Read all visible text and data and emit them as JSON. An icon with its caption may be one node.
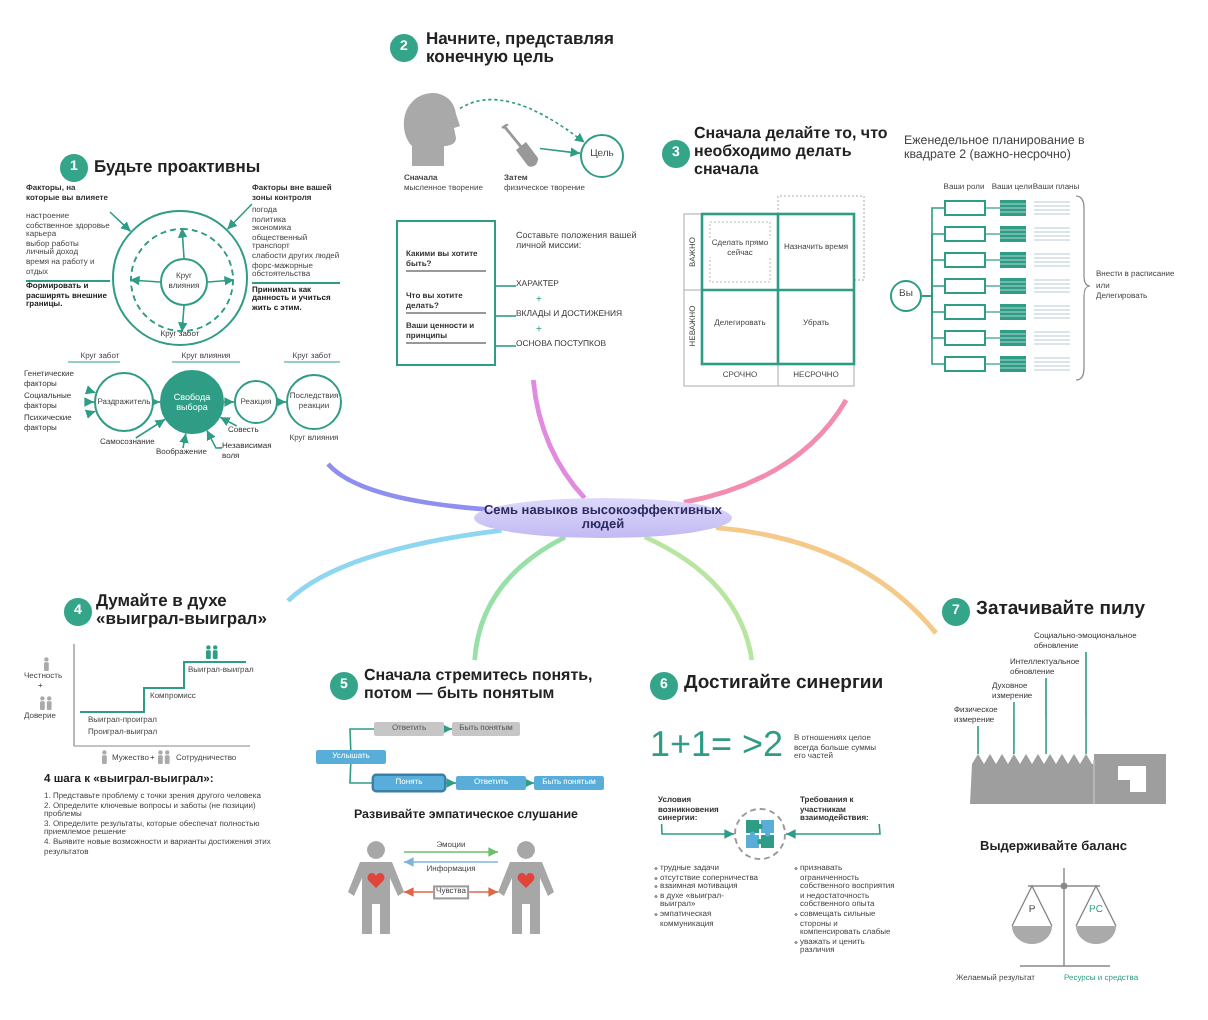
{
  "diagram": {
    "nodes": [
      {
        "text": [
          "Семь навыков высокоэффективных людей"
        ]
      },
      {
        "text": [
          "1",
          "Будьте проактивны"
        ]
      },
      {
        "text": [
          "Факторы, на которые вы влияете"
        ],
        "in": 1
      },
      {
        "text": [
          "Факторы вне вашей зоны контроля"
        ],
        "in": 1
      },
      {
        "text": [
          "Круг забот"
        ],
        "in": 1
      },
      {
        "text": [],
        "shape": "circle",
        "in": 4
      },
      {
        "text": [
          "Круг влияния"
        ],
        "in": 5
      },
      {
        "text": [
          "Генетические факторы"
        ],
        "in": 1
      },
      {
        "text": [
          "Социальные факторы"
        ],
        "in": 1
      },
      {
        "text": [
          "Психические факторы"
        ],
        "in": 1
      },
      {
        "text": [
          "Раздражитель"
        ],
        "in": 1
      },
      {
        "text": [
          "Свобода выбора"
        ],
        "in": 1
      },
      {
        "text": [
          "Реакция"
        ],
        "in": 1
      },
      {
        "text": [
          "Последствия реакции"
        ],
        "in": 1
      },
      {
        "text": [
          "Самосознание"
        ],
        "in": 1
      },
      {
        "text": [
          "Воображение"
        ],
        "in": 1
      },
      {
        "text": [
          "Совесть"
        ],
        "in": 1
      },
      {
        "text": [
          "Независимая воля"
        ],
        "in": 1
      },
      {
        "text": [
          "2",
          "Начните, представляя конечную цель"
        ]
      },
      {
        "text": [],
        "shape": "picture",
        "beside": [
          "Сначала",
          "мысленное творение"
        ],
        "in": 18
      },
      {
        "text": [],
        "shape": "picture",
        "beside": [
          "Затем",
          "физическое творение"
        ],
        "in": 18
      },
      {
        "text": [
          "Цель"
        ],
        "in": 18
      },
      {
        "text": [
          "Какими вы хотите быть?",
          "Что вы хотите делать?",
          "Ваши ценности и принципы"
        ],
        "in": 18
      },
      {
        "text": [
          "ХАРАКТЕР"
        ],
        "in": 18
      },
      {
        "text": [
          "ВКЛАДЫ И ДОСТИЖЕНИЯ"
        ],
        "in": 18
      },
      {
        "text": [
          "ОСНОВА ПОСТУПКОВ"
        ],
        "in": 18
      },
      {
        "text": [
          "3",
          "Сначала делайте то, что необходимо делать сначала"
        ]
      },
      {
        "text": [
          "Вы"
        ],
        "in": 26
      },
      {
        "text": [],
        "shape": "box",
        "in": 26
      },
      {
        "text": [],
        "shape": "box",
        "in": 26
      },
      {
        "text": [],
        "shape": "box",
        "in": 26
      },
      {
        "text": [],
        "shape": "box",
        "in": 26
      },
      {
        "text": [],
        "shape": "box",
        "in": 26
      },
      {
        "text": [],
        "shape": "box",
        "in": 26
      },
      {
        "text": [],
        "shape": "box",
        "in": 26
      },
      {
        "text": [
          "4",
          "Думайте в духе «выиграл-выиграл»"
        ]
      },
      {
        "text": [
          "5",
          "Сначала стремитесь понять, потом — быть понятым"
        ]
      },
      {
        "text": [
          "Ответить"
        ],
        "in": 36
      },
      {
        "text": [
          "Быть понятым"
        ],
        "in": 36
      },
      {
        "text": [
          "Услышать"
        ],
        "in": 36
      },
      {
        "text": [
          "Понять"
        ],
        "in": 36
      },
      {
        "text": [
          "Ответить"
        ],
        "in": 36
      },
      {
        "text": [
          "Быть понятым"
        ],
        "in": 36
      },
      {
        "text": [],
        "shape": "person",
        "in": 36
      },
      {
        "text": [],
        "shape": "person",
        "in": 36
      },
      {
        "text": [
          "6",
          "Достигайте синергии"
        ]
      },
      {
        "text": [],
        "shape": "picture",
        "in": 45
      },
      {
        "text": [
          "Условия возникновения синергии:"
        ],
        "in": 45
      },
      {
        "text": [
          "Требования к участникам взаимодействия:"
        ],
        "in": 45
      },
      {
        "text": [
          "7",
          "Затачивайте пилу"
        ]
      },
      {
        "text": [
          "Физическое измерение"
        ],
        "in": 49
      },
      {
        "text": [
          "Духовное измерение"
        ],
        "in": 49
      },
      {
        "text": [
          "Интеллектуальное обновление"
        ],
        "in": 49
      },
      {
        "text": [
          "Социально-эмоциональное обновление"
        ],
        "in": 49
      },
      {
        "text": [],
        "shape": "picture",
        "in": 49
      }
    ],
    "edges": [
      {
        "from": 0,
        "to": 1,
        "arrow": "none",
        "style": "thick",
        "color": "#8f8ff0"
      },
      {
        "from": 0,
        "to": 18,
        "arrow": "none",
        "style": "thick",
        "color": "#e08be0"
      },
      {
        "from": 0,
        "to": 26,
        "arrow": "none",
        "style": "thick",
        "color": "#f28db0"
      },
      {
        "from": 0,
        "to": 35,
        "arrow": "none",
        "style": "thick",
        "color": "#8fd6f0"
      },
      {
        "from": 0,
        "to": 36,
        "arrow": "none",
        "style": "thick",
        "color": "#98e0a8"
      },
      {
        "from": 0,
        "to": 45,
        "arrow": "none",
        "style": "thick",
        "color": "#b8e6a0"
      },
      {
        "from": 0,
        "to": 49,
        "arrow": "none",
        "style": "thick",
        "color": "#f5c98a"
      },
      {
        "from": 2,
        "to": 4,
        "arrow": "to"
      },
      {
        "from": 3,
        "to": 4,
        "arrow": "to"
      },
      {
        "from": 6,
        "to": 5,
        "arrow": "to"
      },
      {
        "from": 6,
        "to": 5,
        "arrow": "to"
      },
      {
        "from": 6,
        "to": 5,
        "arrow": "to"
      },
      {
        "from": 6,
        "to": 5,
        "arrow": "to"
      },
      {
        "from": 7,
        "to": 10,
        "arrow": "to"
      },
      {
        "from": 8,
        "to": 10,
        "arrow": "to"
      },
      {
        "from": 9,
        "to": 10,
        "arrow": "to"
      },
      {
        "from": 10,
        "to": 11,
        "arrow": "to"
      },
      {
        "from": 11,
        "to": 12,
        "arrow": "to"
      },
      {
        "from": 12,
        "to": 13,
        "arrow": "to"
      },
      {
        "from": 14,
        "to": 11,
        "arrow": "to"
      },
      {
        "from": 15,
        "to": 11,
        "arrow": "to"
      },
      {
        "from": 16,
        "to": 11,
        "arrow": "to"
      },
      {
        "from": 17,
        "to": 11,
        "arrow": "to"
      },
      {
        "from": 19,
        "to": 21,
        "arrow": "to",
        "style": "dashed"
      },
      {
        "from": 20,
        "to": 21,
        "arrow": "to"
      },
      {
        "from": 22,
        "to": 23,
        "arrow": "none"
      },
      {
        "from": 22,
        "to": 24,
        "arrow": "none"
      },
      {
        "from": 22,
        "to": 25,
        "arrow": "none"
      },
      {
        "from": 27,
        "to": 28,
        "arrow": "none"
      },
      {
        "from": 27,
        "to": 29,
        "arrow": "none"
      },
      {
        "from": 27,
        "to": 30,
        "arrow": "none"
      },
      {
        "from": 27,
        "to": 31,
        "arrow": "none"
      },
      {
        "from": 27,
        "to": 32,
        "arrow": "none"
      },
      {
        "from": 27,
        "to": 33,
        "arrow": "none"
      },
      {
        "from": 27,
        "to": 34,
        "arrow": "none"
      },
      {
        "from": 39,
        "to": 37,
        "arrow": "none"
      },
      {
        "from": 37,
        "to": 38,
        "arrow": "to"
      },
      {
        "from": 39,
        "to": 40,
        "arrow": "none"
      },
      {
        "from": 40,
        "to": 41,
        "arrow": "to"
      },
      {
        "from": 41,
        "to": 42,
        "arrow": "to"
      },
      {
        "from": 43,
        "to": 44,
        "arrow": "to",
        "label": "Эмоции",
        "color": "#6cbf6c"
      },
      {
        "from": 44,
        "to": 43,
        "arrow": "to",
        "label": "Информация",
        "color": "#7fb6d8"
      },
      {
        "from": 43,
        "to": 44,
        "arrow": "both",
        "label": "Чувства",
        "color": "#e0664a"
      },
      {
        "from": 47,
        "to": 46,
        "arrow": "to"
      },
      {
        "from": 48,
        "to": 46,
        "arrow": "to"
      },
      {
        "from": 50,
        "to": 54,
        "arrow": "none"
      },
      {
        "from": 51,
        "to": 54,
        "arrow": "none"
      },
      {
        "from": 52,
        "to": 54,
        "arrow": "none"
      },
      {
        "from": 53,
        "to": 54,
        "arrow": "none"
      }
    ],
    "labels": [
      "настроение",
      "собственное здоровье",
      "карьера",
      "выбор работы",
      "личный доход",
      "время на работу и отдых",
      "Формировать и расширять внешние границы.",
      "погода",
      "политика",
      "экономика",
      "общественный транспорт",
      "слабости других людей",
      "форс-мажорные обстоятельства",
      "Принимать как данность и учиться жить с этим.",
      "Круг забот",
      "Круг влияния",
      "Круг забот",
      "Круг влияния",
      "Составьте положения вашей личной миссии:",
      "+",
      "+",
      "ВАЖНО",
      "НЕВАЖНО",
      "Сделать прямо сейчас",
      "Назначить время",
      "Делегировать",
      "Убрать",
      "СРОЧНО",
      "НЕСРОЧНО",
      "Еженедельное планирование в квадрате 2 (важно-несрочно)",
      "Ваши роли",
      "Ваши цели",
      "Ваши планы",
      "Внести в расписание",
      "или",
      "Делегировать",
      "Честность",
      "+",
      "Доверие",
      "Выиграл-выиграл",
      "Компромисс",
      "Выиграл-проиграл",
      "Проиграл-выиграл",
      "Мужество",
      "+",
      "Сотрудничество",
      "4 шага к «выиграл-выиграл»:",
      "1. Представьте проблему с точки зрения другого человека",
      "2. Определите ключевые вопросы и заботы (не позиции) проблемы",
      "3. Определите результаты, которые обеспечат полностью приемлемое решение",
      "4. Выявите новые возможности и варианты достижения этих результатов",
      "Развивайте эмпатическое слушание",
      "1+1= >2",
      "В отношениях целое всегда больше суммы его частей",
      "трудные задачи",
      "отсутствие соперничества",
      "взаимная мотивация",
      "в духе «выиграл-выиграл»",
      "эмпатическая коммуникация",
      "признавать ограниченность собственного восприятия и недостаточность собственного опыта",
      "совмещать сильные стороны и компенсировать слабые",
      "уважать и ценить различия",
      "Выдерживайте баланс",
      "P",
      "PC",
      "Желаемый результат",
      "Ресурсы и средства"
    ]
  }
}
